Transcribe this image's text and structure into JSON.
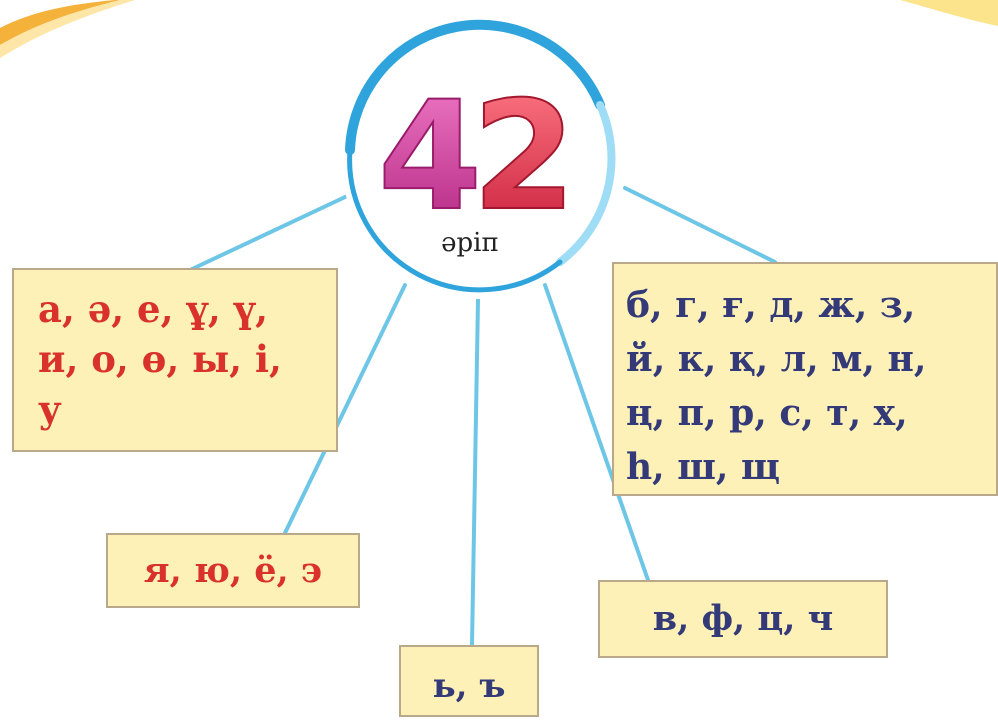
{
  "center": {
    "number_first_digit": "4",
    "number_second_digit": "2",
    "label": "әріп"
  },
  "groups": {
    "vowels": {
      "lines": [
        "а, ә, е, ұ, ү,",
        "и, о, ө, ы, і,",
        "у"
      ]
    },
    "iotated": {
      "text": "я, ю, ё, э"
    },
    "signs": {
      "text": "ь, ъ"
    },
    "borrowed_consonants": {
      "text": "в, ф, ц, ч"
    },
    "consonants": {
      "lines": [
        "б, г, ғ, д, ж, з,",
        "й, к, қ, л, м, н,",
        "ң, п, р, с, т, х,",
        "һ, ш, щ"
      ]
    }
  },
  "colors": {
    "box_fill": "#fdf1b8",
    "box_border": "#b9a98a",
    "connector": "#6ec6e6",
    "circle_ring": "#2fa4dc",
    "red_text": "#d9322d",
    "navy_text": "#343a78",
    "digit_four": "#d63fa3",
    "digit_two": "#e8364f",
    "top_banner": "#f5b23a"
  }
}
